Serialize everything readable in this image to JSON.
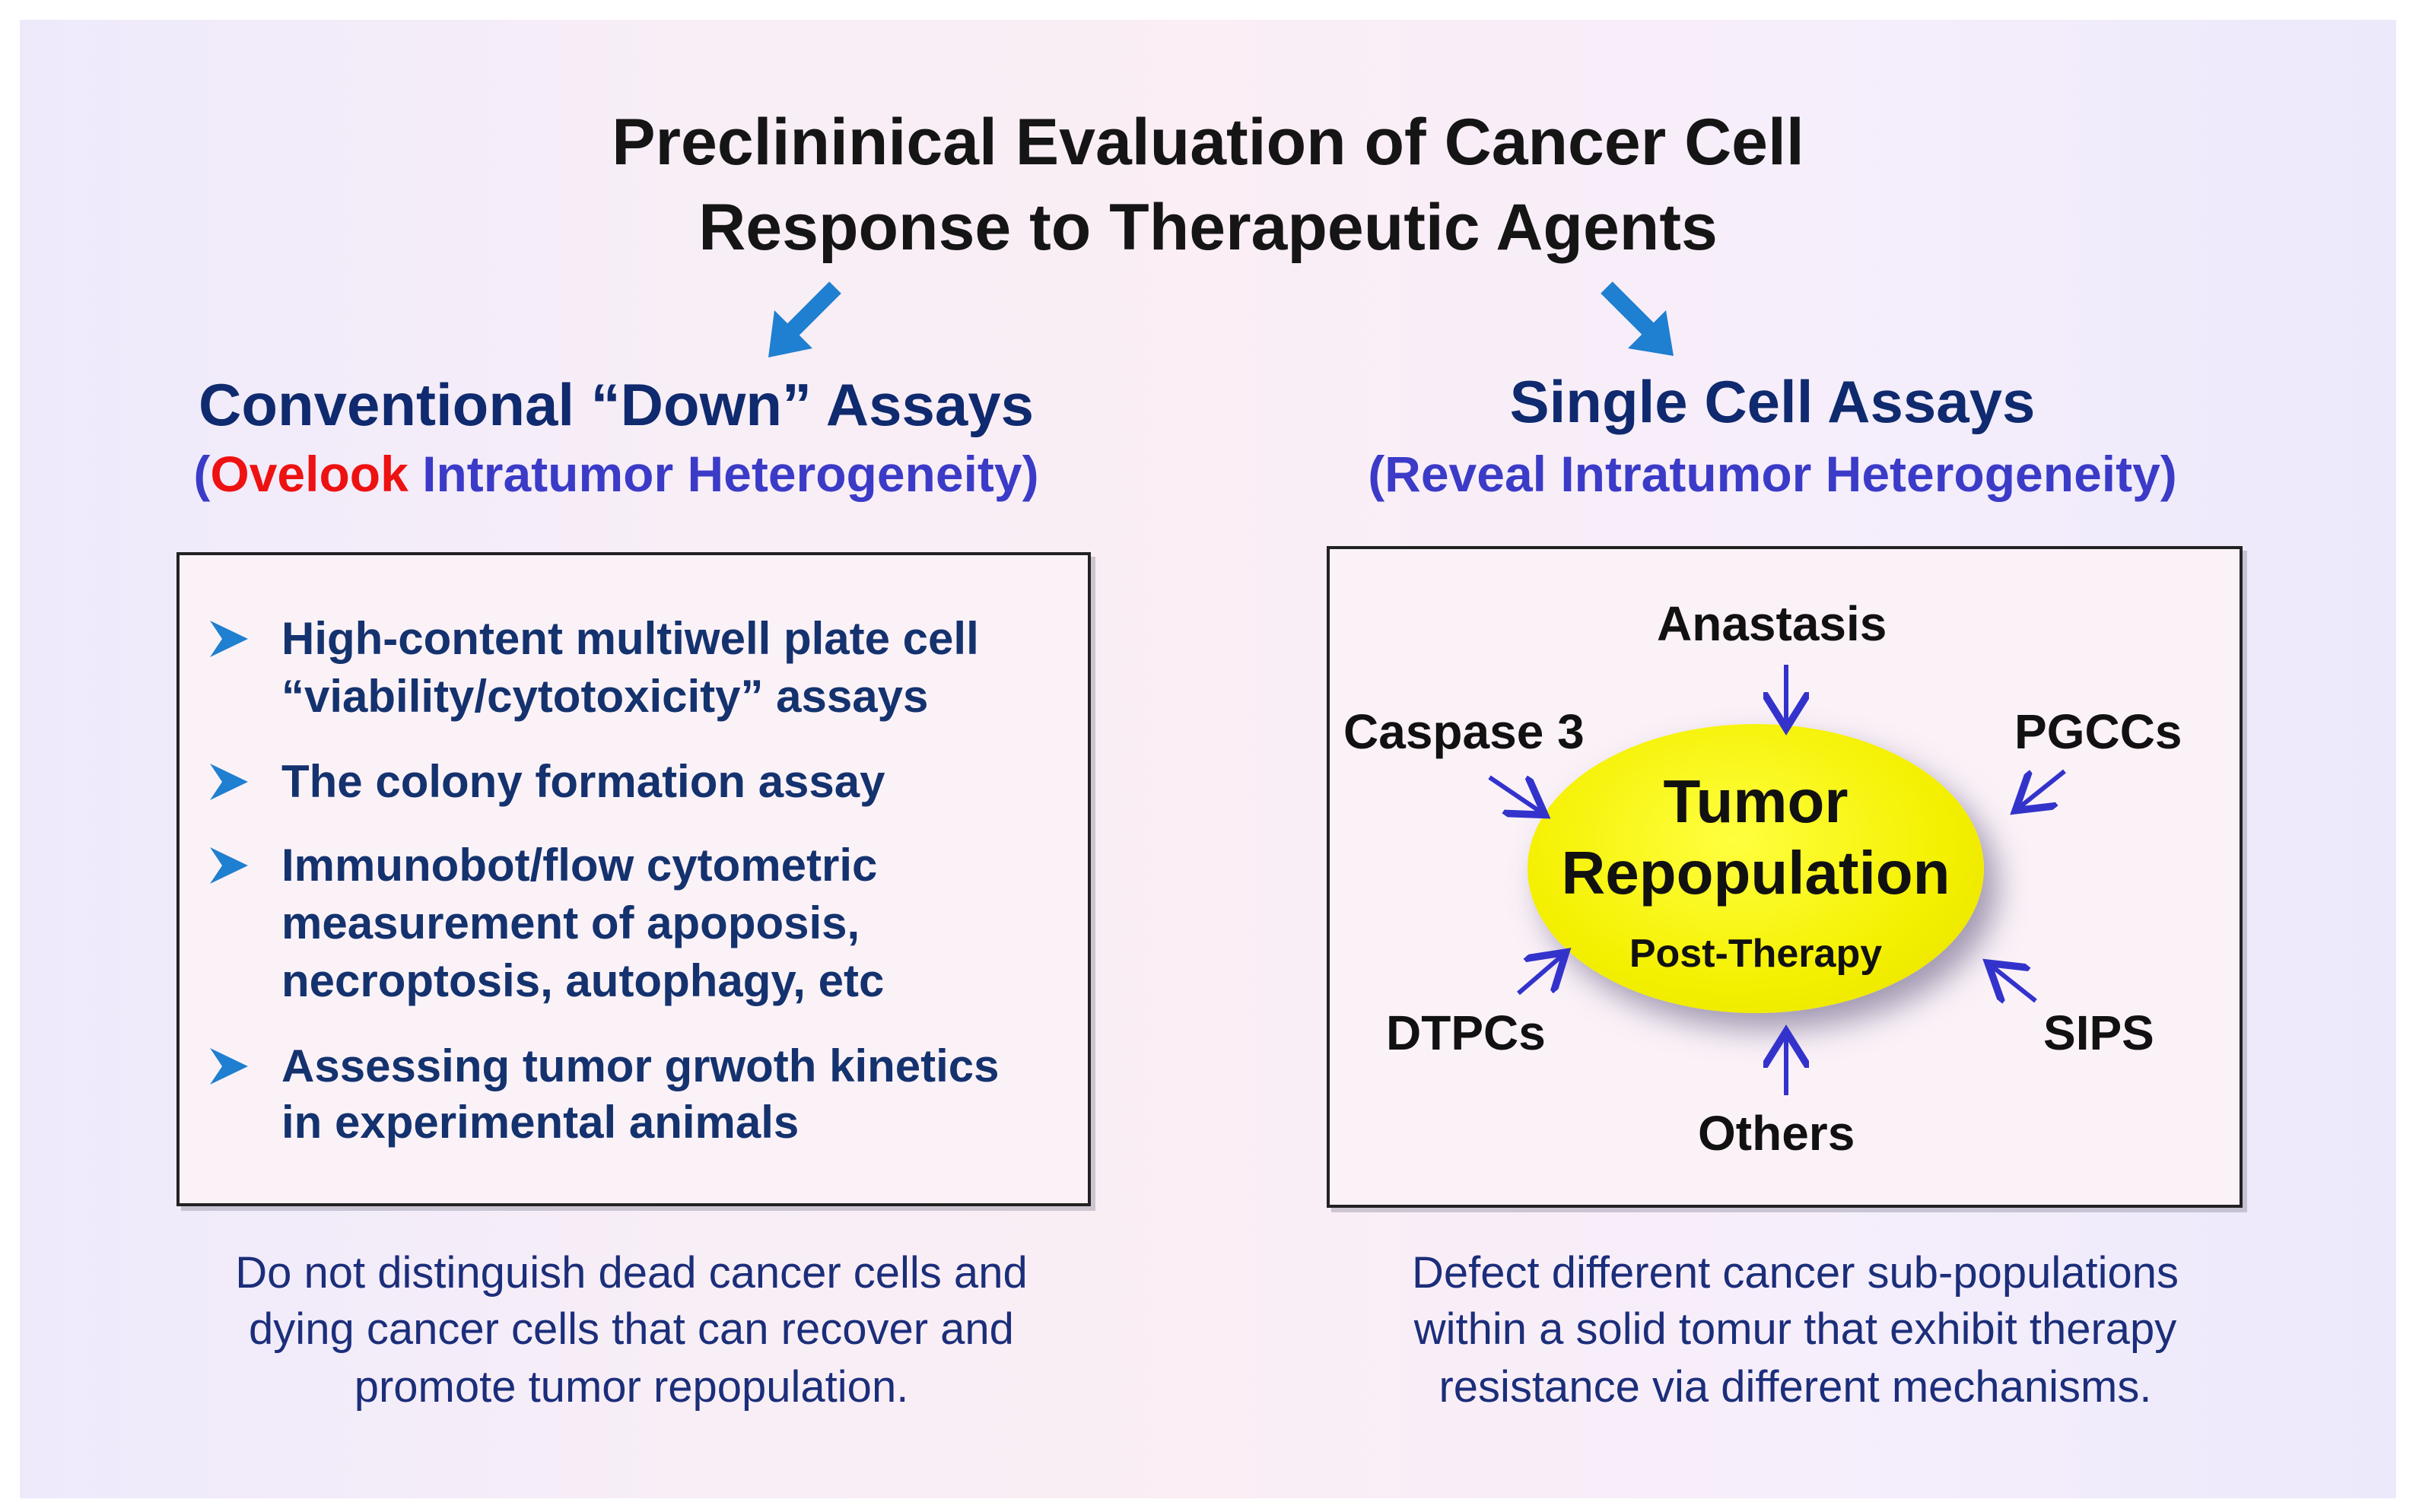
{
  "title": {
    "line1": "Preclininical Evaluation of Cancer Cell",
    "line2": "Response to Therapeutic Agents"
  },
  "left": {
    "heading": "Conventional “Down” Assays",
    "subheading_open": "(",
    "subheading_red": "Ovelook",
    "subheading_rest": " Intratumor Heterogeneity)",
    "bullets": [
      {
        "line1": "High-content multiwell plate cell",
        "line2": "“viability/cytotoxicity” assays"
      },
      {
        "line1": "The colony formation assay"
      },
      {
        "line1": "Immunobot/flow cytometric",
        "line2": "measurement of apoposis,",
        "line3": "necroptosis, autophagy, etc"
      },
      {
        "line1": "Assessing tumor grwoth kinetics",
        "line2": "in experimental animals"
      }
    ],
    "caption": {
      "line1": "Do not distinguish dead cancer cells and",
      "line2": "dying cancer cells that can recover and",
      "line3": "promote tumor repopulation."
    }
  },
  "right": {
    "heading": "Single Cell Assays",
    "subheading": "(Reveal Intratumor Heterogeneity)",
    "center": {
      "line1": "Tumor",
      "line2": "Repopulation",
      "line3": "Post-Therapy"
    },
    "mechanisms": {
      "top": "Anastasis",
      "top_left": "Caspase 3",
      "top_right": "PGCCs",
      "bottom_left": "DTPCs",
      "bottom_right": "SIPS",
      "bottom": "Others"
    },
    "caption": {
      "line1": "Defect different cancer sub-populations",
      "line2": "within a solid tomur that exhibit therapy",
      "line3": "resistance via different mechanisms."
    }
  },
  "colors": {
    "heading": "#0f2a6e",
    "subheading": "#3b3bc8",
    "highlight": "#ee1111",
    "oval": "#f4f000",
    "mechanism_arrow": "#3333cc",
    "branch_arrow": "#1f7fd0"
  }
}
